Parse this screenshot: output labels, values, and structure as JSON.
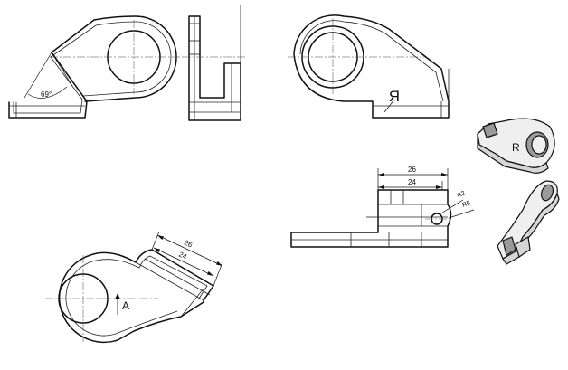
{
  "views": {
    "front": {
      "angle_label": "69°"
    },
    "rear": {
      "engraved_letter": "R"
    },
    "side_section": {
      "dim_outer": "26",
      "dim_inner": "24",
      "radius_large": "R2",
      "radius_small": "R5"
    },
    "isometric_dims": {
      "dim_outer": "26",
      "dim_inner": "24",
      "view_marker": "A"
    },
    "render_top": {
      "engraved_letter": "R"
    }
  },
  "colors": {
    "line": "#111111",
    "shade": "#d6d6d6",
    "background": "#ffffff"
  }
}
